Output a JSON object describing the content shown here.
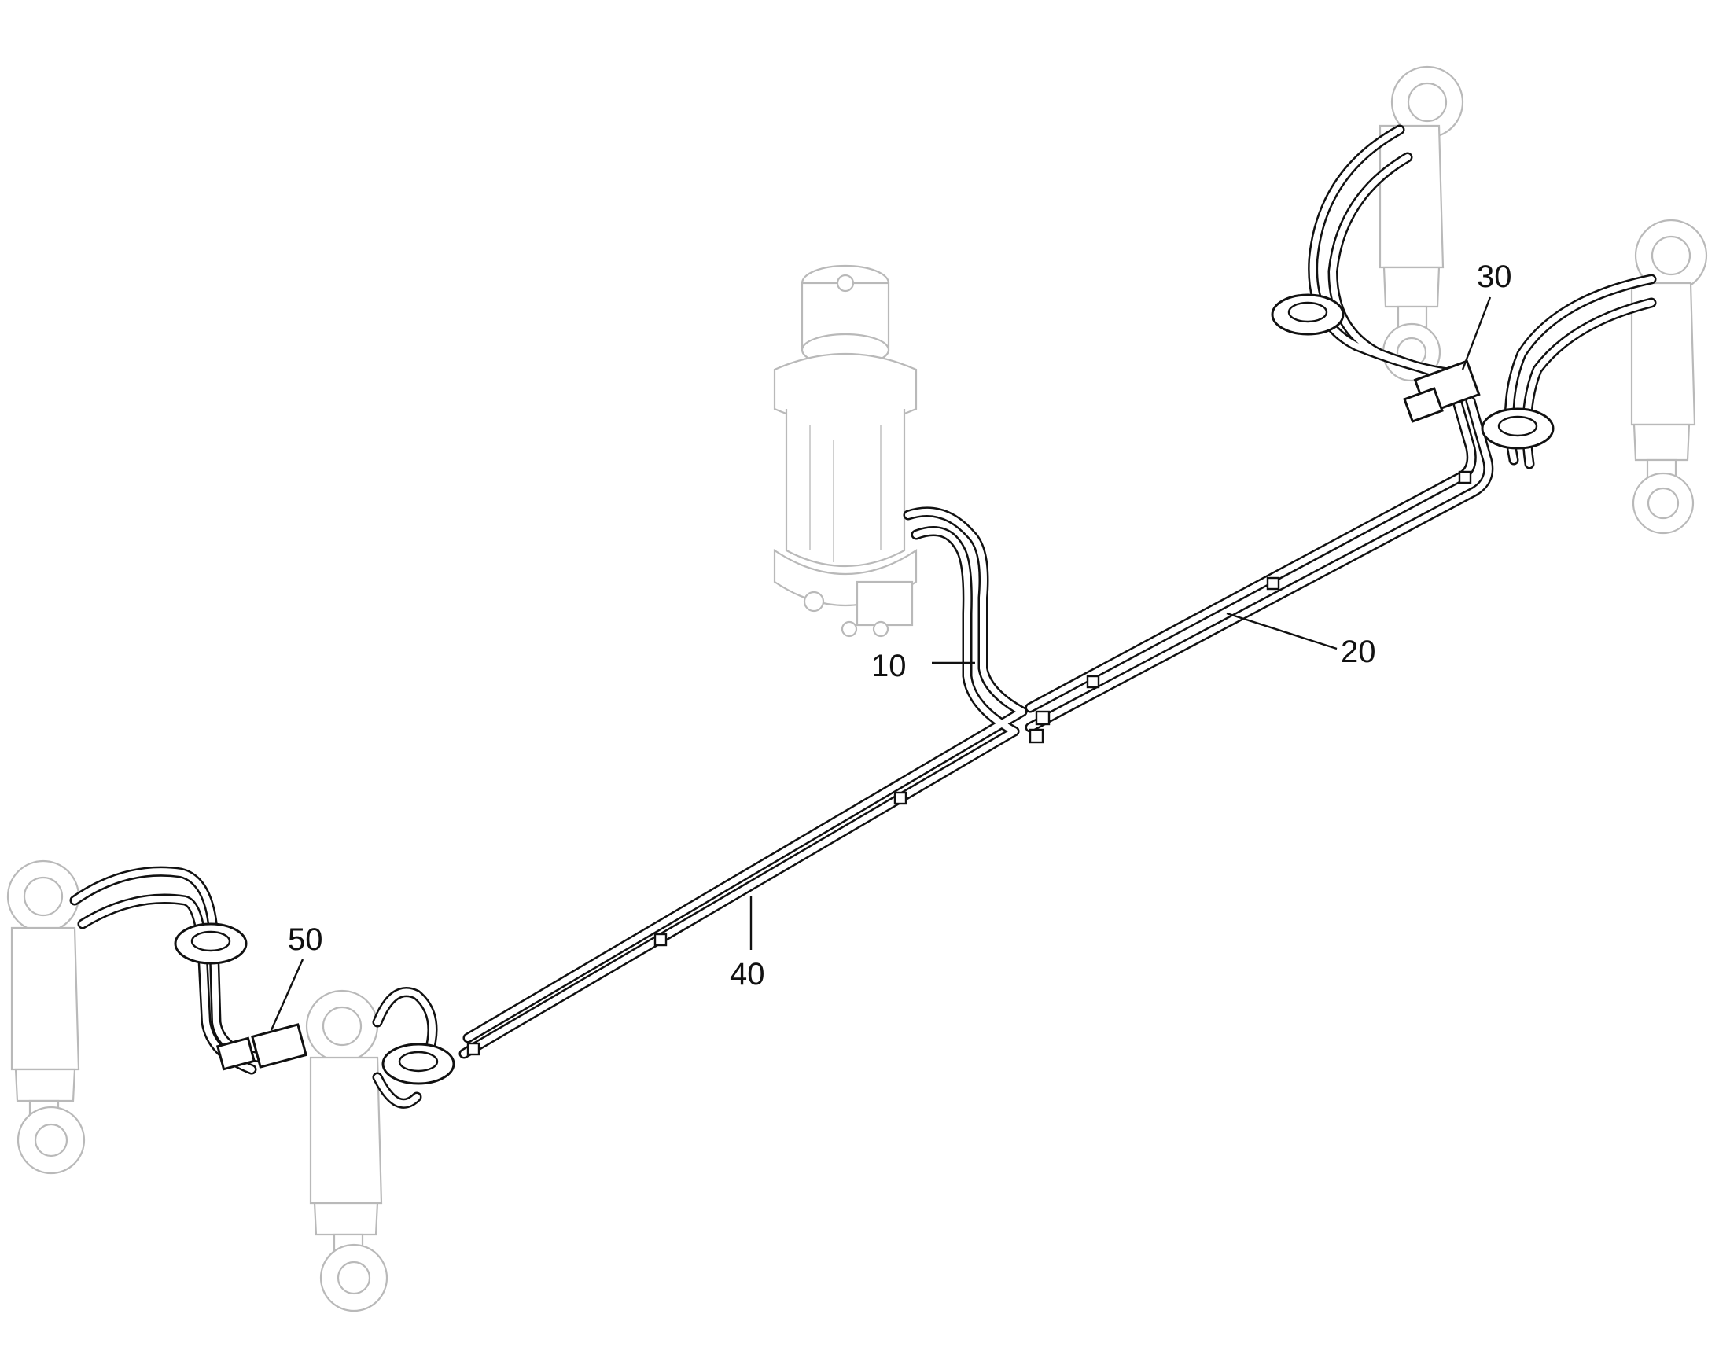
{
  "callouts": [
    {
      "id": "10",
      "label": "10"
    },
    {
      "id": "20",
      "label": "20"
    },
    {
      "id": "30",
      "label": "30"
    },
    {
      "id": "40",
      "label": "40"
    },
    {
      "id": "50",
      "label": "50"
    }
  ],
  "colors": {
    "line": "#111111",
    "ghost": "#b9b9b9",
    "background": "#ffffff"
  }
}
